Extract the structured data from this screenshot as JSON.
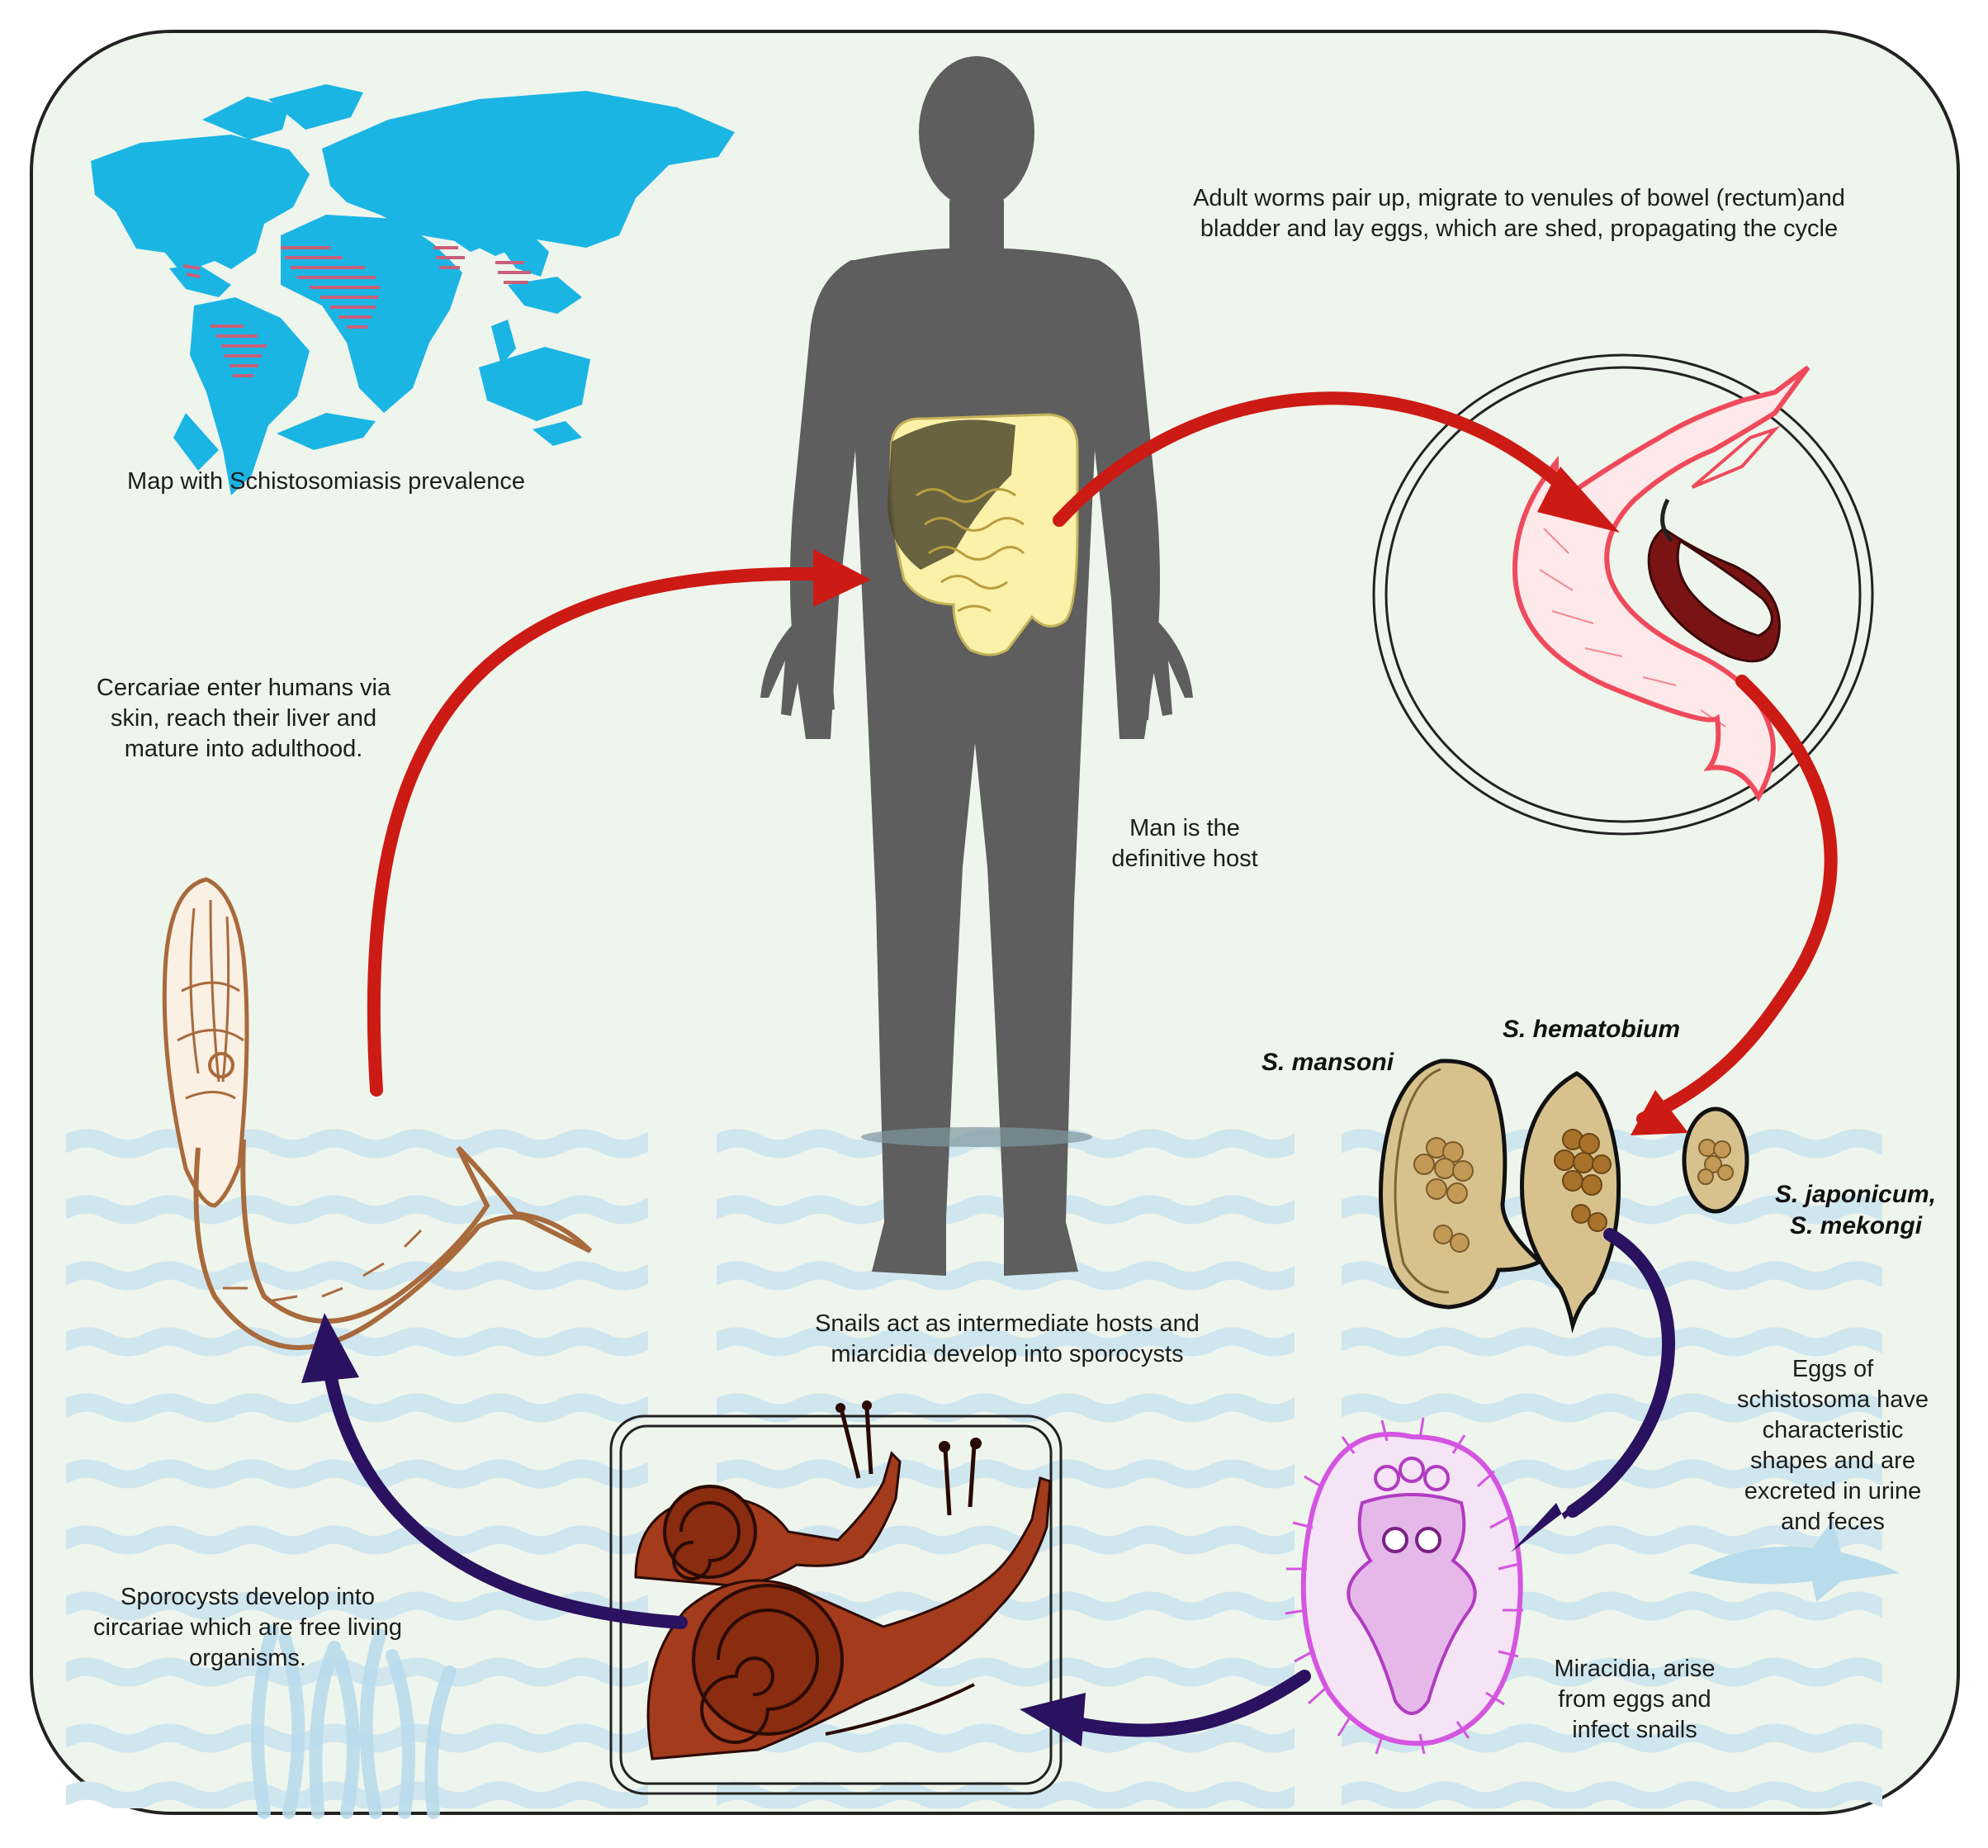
{
  "labels": {
    "map_caption": "Map with Schistosomiasis prevalence",
    "adult_worms": [
      "Adult worms pair up, migrate to venules of bowel (rectum)and",
      "bladder and lay eggs, which are shed, propagating the cycle"
    ],
    "cercariae_enter": [
      "Cercariae enter humans via",
      "skin, reach their liver and",
      "mature into adulthood."
    ],
    "definitive_host": [
      "Man is the",
      "definitive host"
    ],
    "snails_hosts": [
      "Snails act as intermediate hosts and",
      "miarcidia develop into sporocysts"
    ],
    "eggs_shapes": [
      "Eggs of",
      "schistosoma have",
      "characteristic",
      "shapes and are",
      "excreted in urine",
      "and feces"
    ],
    "sporocysts": [
      "Sporocysts develop into",
      "circariae which are free living",
      "organisms."
    ],
    "miracidia": [
      "Miracidia, arise",
      "from eggs and",
      "infect snails"
    ]
  },
  "species": {
    "mansoni": "S. mansoni",
    "hematobium": "S. hematobium",
    "japonicum": "S. japonicum,",
    "mekongi": "S. mekongi"
  },
  "colors": {
    "background": "#eef5ec",
    "border": "#222222",
    "human": "#5e5e5e",
    "intestine": "#fbf1a8",
    "water": "#cfe6ef",
    "map_land": "#1bb5e4",
    "map_prevalence": "#c8607a",
    "red_arrow": "#cc1a14",
    "purple_arrow": "#2a1260",
    "worm_pink": "#ef4a5c",
    "worm_dark": "#7a1414",
    "snail": "#a33b1c",
    "miracidium": "#d455e0",
    "cercaria": "#a86a3c",
    "egg": "#c9a96a"
  },
  "icons": [
    "world-map-icon",
    "human-silhouette-icon",
    "intestine-icon",
    "adult-worm-pair-icon",
    "egg-icon",
    "miracidium-icon",
    "snail-icon",
    "cercaria-icon",
    "shark-icon",
    "seaweed-icon"
  ]
}
